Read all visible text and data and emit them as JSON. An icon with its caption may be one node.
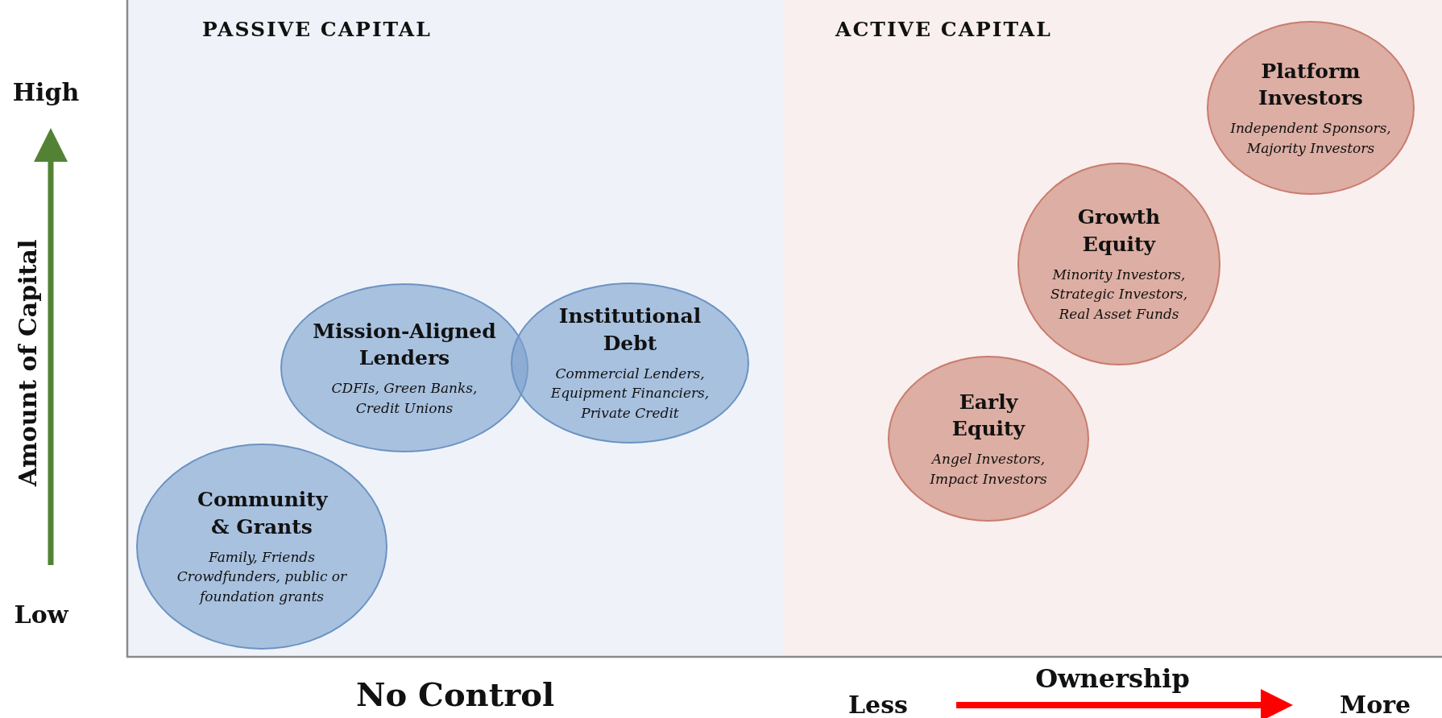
{
  "diagram": {
    "nodes": [
      {
        "text": [
          "PASSIVE CAPITAL"
        ]
      },
      {
        "text": [
          "ACTIVE CAPITAL"
        ]
      },
      {
        "text": [
          "Community & Grants",
          "Family, Friends Crowdfunders, public or foundation grants"
        ],
        "in": 0
      },
      {
        "text": [
          "Mission-Aligned Lenders",
          "CDFIs, Green Banks, Credit Unions"
        ],
        "in": 0
      },
      {
        "text": [
          "Institutional Debt",
          "Commercial Lenders, Equipment Financiers, Private Credit"
        ],
        "in": 0
      },
      {
        "text": [
          "Early Equity",
          "Angel Investors, Impact Investors"
        ],
        "in": 1
      },
      {
        "text": [
          "Growth Equity",
          "Minority Investors, Strategic Investors, Real Asset Funds"
        ],
        "in": 1
      },
      {
        "text": [
          "Platform Investors",
          "Independent Sponsors, Majority Investors"
        ],
        "in": 1
      }
    ],
    "labels": [
      "High",
      "Amount of Capital",
      "Low",
      "No Control",
      "Ownership",
      "Less",
      "More"
    ]
  }
}
